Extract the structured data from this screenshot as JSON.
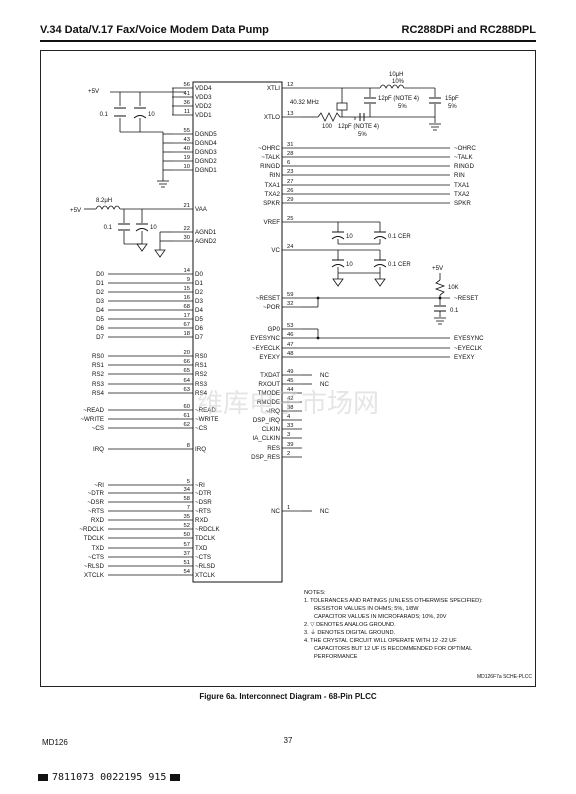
{
  "header": {
    "left": "V.34 Data/V.17 Fax/Voice Modem Data Pump",
    "right": "RC288DPi and RC288DPL"
  },
  "chip": {
    "left_pins": [
      {
        "num": "56",
        "name": "VDD4"
      },
      {
        "num": "41",
        "name": "VDD3"
      },
      {
        "num": "36",
        "name": "VDD2"
      },
      {
        "num": "11",
        "name": "VDD1"
      },
      {
        "num": "55",
        "name": "DGND5"
      },
      {
        "num": "43",
        "name": "DGND4"
      },
      {
        "num": "40",
        "name": "DGND3"
      },
      {
        "num": "19",
        "name": "DGND2"
      },
      {
        "num": "10",
        "name": "DGND1"
      },
      {
        "num": "21",
        "name": "VAA"
      },
      {
        "num": "22",
        "name": "AGND1"
      },
      {
        "num": "30",
        "name": "AGND2"
      },
      {
        "num": "14",
        "name": "D0",
        "sig": "D0"
      },
      {
        "num": "9",
        "name": "D1",
        "sig": "D1"
      },
      {
        "num": "15",
        "name": "D2",
        "sig": "D2"
      },
      {
        "num": "16",
        "name": "D3",
        "sig": "D3"
      },
      {
        "num": "68",
        "name": "D4",
        "sig": "D4"
      },
      {
        "num": "17",
        "name": "D5",
        "sig": "D5"
      },
      {
        "num": "67",
        "name": "D6",
        "sig": "D6"
      },
      {
        "num": "18",
        "name": "D7",
        "sig": "D7"
      },
      {
        "num": "20",
        "name": "RS0",
        "sig": "RS0"
      },
      {
        "num": "66",
        "name": "RS1",
        "sig": "RS1"
      },
      {
        "num": "65",
        "name": "RS2",
        "sig": "RS2"
      },
      {
        "num": "64",
        "name": "RS3",
        "sig": "RS3"
      },
      {
        "num": "63",
        "name": "RS4",
        "sig": "RS4"
      },
      {
        "num": "60",
        "name": "~READ",
        "sig": "~READ"
      },
      {
        "num": "61",
        "name": "~WRITE",
        "sig": "~WRITE"
      },
      {
        "num": "62",
        "name": "~CS",
        "sig": "~CS"
      },
      {
        "num": "8",
        "name": "IRQ",
        "sig": "IRQ"
      },
      {
        "num": "5",
        "name": "~RI",
        "sig": "~RI"
      },
      {
        "num": "34",
        "name": "~DTR",
        "sig": "~DTR"
      },
      {
        "num": "58",
        "name": "~DSR",
        "sig": "~DSR"
      },
      {
        "num": "7",
        "name": "~RTS",
        "sig": "~RTS"
      },
      {
        "num": "35",
        "name": "RXD",
        "sig": "RXD"
      },
      {
        "num": "52",
        "name": "~RDCLK",
        "sig": "~RDCLK"
      },
      {
        "num": "50",
        "name": "TDCLK",
        "sig": "TDCLK"
      },
      {
        "num": "57",
        "name": "TXD",
        "sig": "TXD"
      },
      {
        "num": "37",
        "name": "~CTS",
        "sig": "~CTS"
      },
      {
        "num": "51",
        "name": "~RLSD",
        "sig": "~RLSD"
      },
      {
        "num": "54",
        "name": "XTCLK",
        "sig": "XTCLK"
      }
    ],
    "right_pins": [
      {
        "num": "12",
        "name": "XTLI"
      },
      {
        "num": "13",
        "name": "XTLO"
      },
      {
        "num": "31",
        "name": "~OHRC",
        "sig": "~OHRC"
      },
      {
        "num": "28",
        "name": "~TALK",
        "sig": "~TALK"
      },
      {
        "num": "6",
        "name": "RINGD",
        "sig": "RINGD"
      },
      {
        "num": "23",
        "name": "RIN",
        "sig": "RIN"
      },
      {
        "num": "27",
        "name": "TXA1",
        "sig": "TXA1"
      },
      {
        "num": "26",
        "name": "TXA2",
        "sig": "TXA2"
      },
      {
        "num": "29",
        "name": "SPKR",
        "sig": "SPKR"
      },
      {
        "num": "25",
        "name": "VREF"
      },
      {
        "num": "24",
        "name": "VC"
      },
      {
        "num": "59",
        "name": "~RESET",
        "sig": "~RESET"
      },
      {
        "num": "32",
        "name": "~POR"
      },
      {
        "num": "53",
        "name": "GP0"
      },
      {
        "num": "46",
        "name": "EYESYNC",
        "sig": "EYESYNC"
      },
      {
        "num": "47",
        "name": "~EYECLK",
        "sig": "~EYECLK"
      },
      {
        "num": "48",
        "name": "EYEXY",
        "sig": "EYEXY"
      },
      {
        "num": "49",
        "name": "TXDAT",
        "sig": "NC"
      },
      {
        "num": "45",
        "name": "RXOUT",
        "sig": "NC"
      },
      {
        "num": "44",
        "name": "TMODE"
      },
      {
        "num": "42",
        "name": "RMODE"
      },
      {
        "num": "38",
        "name": "~IRQ"
      },
      {
        "num": "4",
        "name": "DSP_IRQ"
      },
      {
        "num": "33",
        "name": "CLKIN"
      },
      {
        "num": "3",
        "name": "IA_CLKIN"
      },
      {
        "num": "39",
        "name": "RES"
      },
      {
        "num": "2",
        "name": "DSP_RES"
      },
      {
        "num": "1",
        "name": "NC",
        "sig": "NC"
      }
    ]
  },
  "components": {
    "plus5v": "+5V",
    "c01": "0.1",
    "c10": "10",
    "ind_vaa": "8.2μH",
    "crystal": "40.32 MHz",
    "ind_xtal": "10μH",
    "ind_xtal_tol": "10%",
    "cap12_a": "12pF (NOTE 4)",
    "cap12_a_tol": "5%",
    "cap12_b": "12pF (NOTE 4)",
    "cap12_b_tol": "5%",
    "cap15": "15pF",
    "cap15_tol": "5%",
    "res100": "100",
    "cer": "0.1 CER",
    "res10k": "10K",
    "nc_left": "NC",
    "nc_right": "NC"
  },
  "notes": {
    "title": "NOTES:",
    "lines": [
      "1. TOLERANCES AND RATINGS (UNLESS OTHERWISE SPECIFIED):",
      "RESISTOR VALUES IN OHMS; 5%, 1/8W",
      "CAPACITOR VALUES IN MICROFARADS; 10%, 20V",
      "2. ▽  DENOTES ANALOG GROUND.",
      "3. ⏚  DENOTES DIGITAL GROUND.",
      "4. THE CRYSTAL CIRCUIT WILL OPERATE WITH 12 -22 UF",
      "CAPACITORS BUT 12 UF IS RECOMMENDED FOR OPTIMAL",
      "PERFORMANCE"
    ],
    "code": "MD126F7a SCHE-PLCC"
  },
  "caption": "Figure 6a.    Interconnect Diagram - 68-Pin PLCC",
  "footer": {
    "doc": "MD126",
    "page": "37",
    "barcode": "7811073 0022195 915"
  },
  "watermark": "维库电子市场网"
}
